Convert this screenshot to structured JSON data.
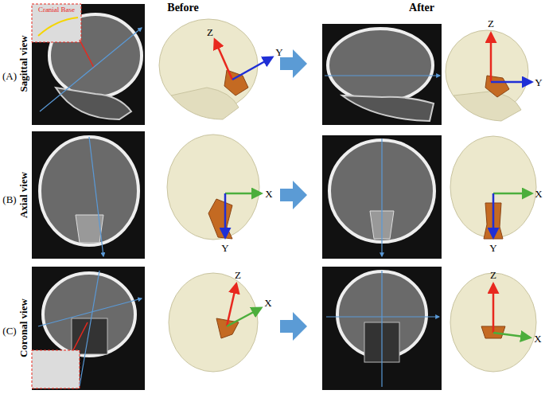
{
  "diagram": {
    "labels": [
      "Cranial Base",
      "Before",
      "After",
      "(A)",
      "Sagittal view",
      "Z",
      "Y",
      "Z",
      "Y",
      "(B)",
      "Axial view",
      "X",
      "Y",
      "X",
      "Y",
      "(C)",
      "Coronal view",
      "Z",
      "X",
      "Z",
      "X"
    ]
  }
}
